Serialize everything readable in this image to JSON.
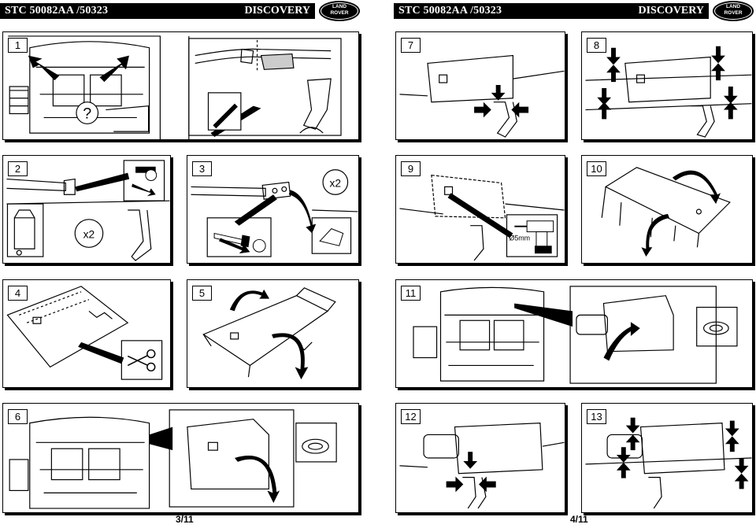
{
  "header": {
    "doc_code": "STC 50082AA /50323",
    "model": "DISCOVERY",
    "logo_line1": "LAND",
    "logo_line2": "ROVER"
  },
  "steps": {
    "s1": "1",
    "s2": "2",
    "s3": "3",
    "s4": "4",
    "s5": "5",
    "s6": "6",
    "s7": "7",
    "s8": "8",
    "s9": "9",
    "s10": "10",
    "s11": "11",
    "s12": "12",
    "s13": "13"
  },
  "annotations": {
    "question": "?",
    "x2_step2": "x2",
    "x2_step3": "x2",
    "drill_size": "Ø5mm"
  },
  "pages": {
    "left": "3/11",
    "right": "4/11"
  }
}
